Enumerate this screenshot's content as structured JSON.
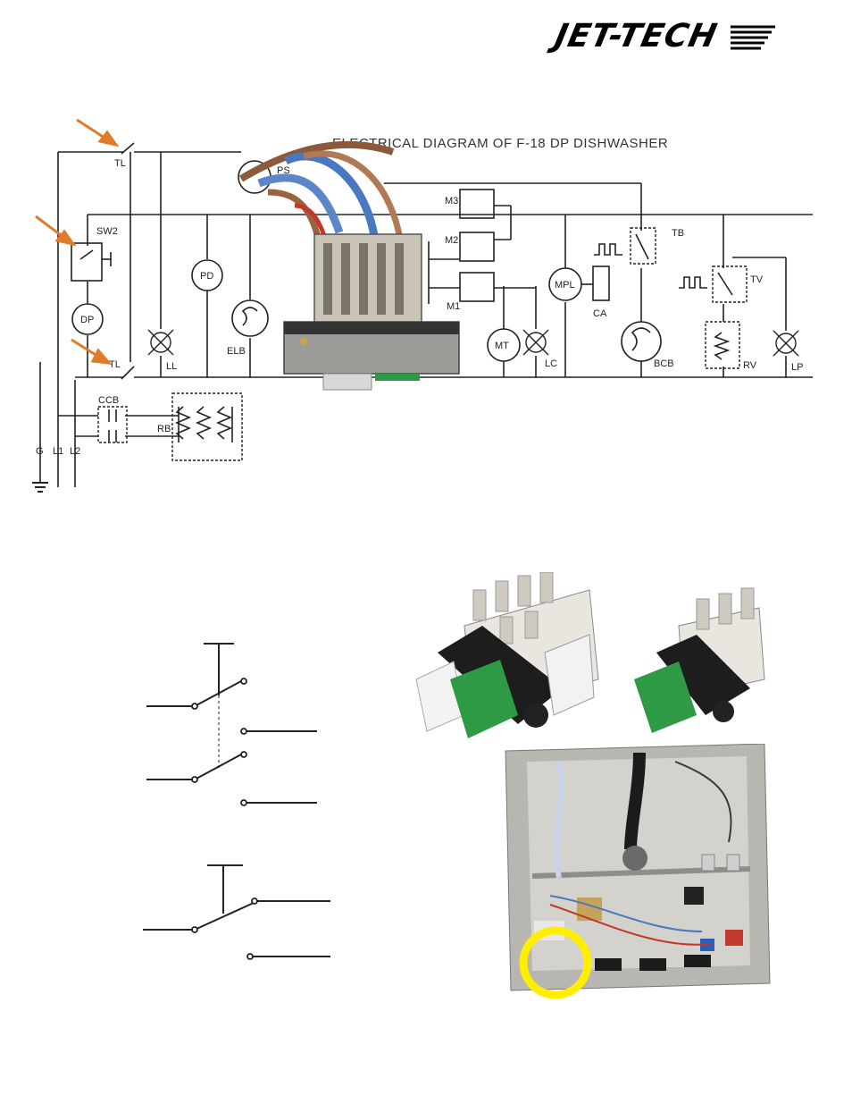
{
  "logo": {
    "text": "JET-TECH"
  },
  "diagram": {
    "title": "ELECTRICAL DIAGRAM OF F-18 DP DISHWASHER",
    "labels": {
      "tl_top": "TL",
      "sw2": "SW2",
      "dp": "DP",
      "tl_bottom": "TL",
      "ll": "LL",
      "pd": "PD",
      "elb": "ELB",
      "ps": "PS",
      "m3": "M3",
      "m2": "M2",
      "m1": "M1",
      "mt": "MT",
      "lc": "LC",
      "mpl": "MPL",
      "ca": "CA",
      "tb": "TB",
      "bcb": "BCB",
      "tv": "TV",
      "rv": "RV",
      "lp": "LP",
      "ccb": "CCB",
      "rb": "RB",
      "g": "G",
      "l1": "L1",
      "l2": "L2"
    },
    "colors": {
      "arrow": "#e07b2a",
      "line": "#222222",
      "highlight": "#ffee00",
      "button_green": "#2e9a45"
    }
  }
}
